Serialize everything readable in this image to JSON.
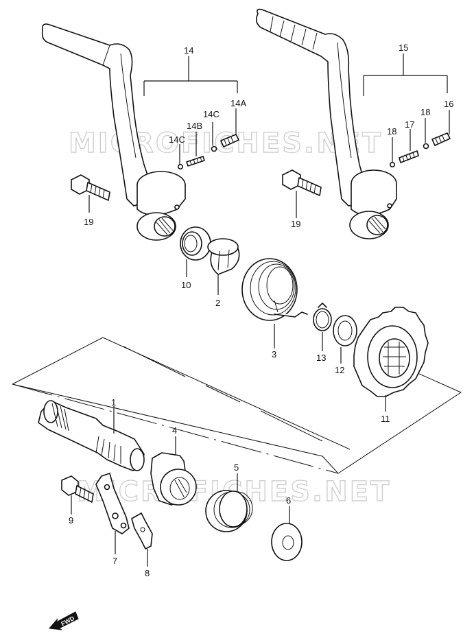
{
  "watermark": "MICROFICHES.NET",
  "fwd_label": "FWD",
  "callouts": {
    "p1": "1",
    "p2": "2",
    "p3": "3",
    "p4": "4",
    "p5": "5",
    "p6": "6",
    "p7": "7",
    "p8": "8",
    "p9": "9",
    "p10": "10",
    "p11": "11",
    "p12": "12",
    "p13": "13",
    "p14": "14",
    "p14a": "14A",
    "p14b": "14B",
    "p14c_upper": "14C",
    "p14c_lower": "14C",
    "p15": "15",
    "p16": "16",
    "p17": "17",
    "p18_upper": "18",
    "p18_lower": "18",
    "p19_left": "19",
    "p19_right": "19"
  }
}
